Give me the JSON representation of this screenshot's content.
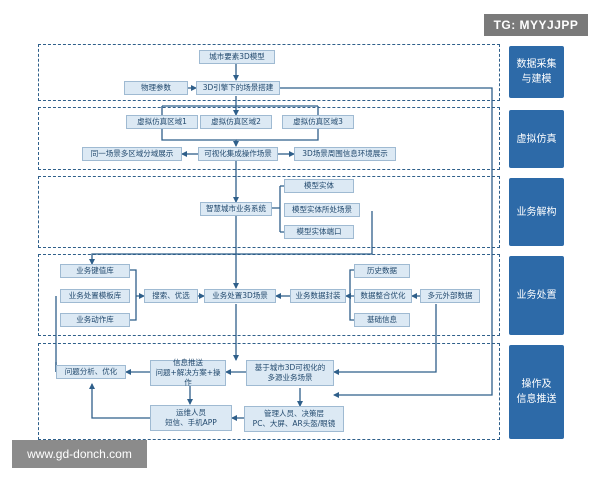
{
  "watermarks": {
    "top": "TG: MYYJJPP",
    "bottom": "www.gd-donch.com"
  },
  "sections": [
    {
      "label": "数据采集\n与建模"
    },
    {
      "label": "虚拟仿真"
    },
    {
      "label": "业务解构"
    },
    {
      "label": "业务处置"
    },
    {
      "label": "操作及\n信息推送"
    }
  ],
  "nodes": {
    "city_model": "城市要素3D模型",
    "physical_params": "物理参数",
    "scene_build": "3D引擎下的场景搭建",
    "zone1": "虚拟仿真区域1",
    "zone2": "虚拟仿真区域2",
    "zone3": "虚拟仿真区域3",
    "multi_zone": "同一场景多区域分域展示",
    "visual_ops": "可视化集成操作场景",
    "env_display": "3D场景周围信息环境展示",
    "smart_system": "智慧城市业务系统",
    "entity": "模型实体",
    "entity_scene": "模型实体所处场景",
    "entity_port": "模型实体端口",
    "key_db": "业务键值库",
    "template_db": "业务处置模板库",
    "action_db": "业务动作库",
    "search": "搜索、优选",
    "scene3d": "业务处置3D场景",
    "data_pack": "业务数据封装",
    "history": "历史数据",
    "integrate": "数据整合优化",
    "external": "多元外部数据",
    "basic": "基础信息",
    "analysis": "问题分析、优化",
    "push": "信息推送\n问题+解决方案+操作",
    "multi_scene": "基于城市3D可视化的\n多源业务场景",
    "ops": "运维人员\n短信、手机APP",
    "mgmt": "管理人员、决策层\nPC、大屏、AR头盔/眼镜"
  }
}
